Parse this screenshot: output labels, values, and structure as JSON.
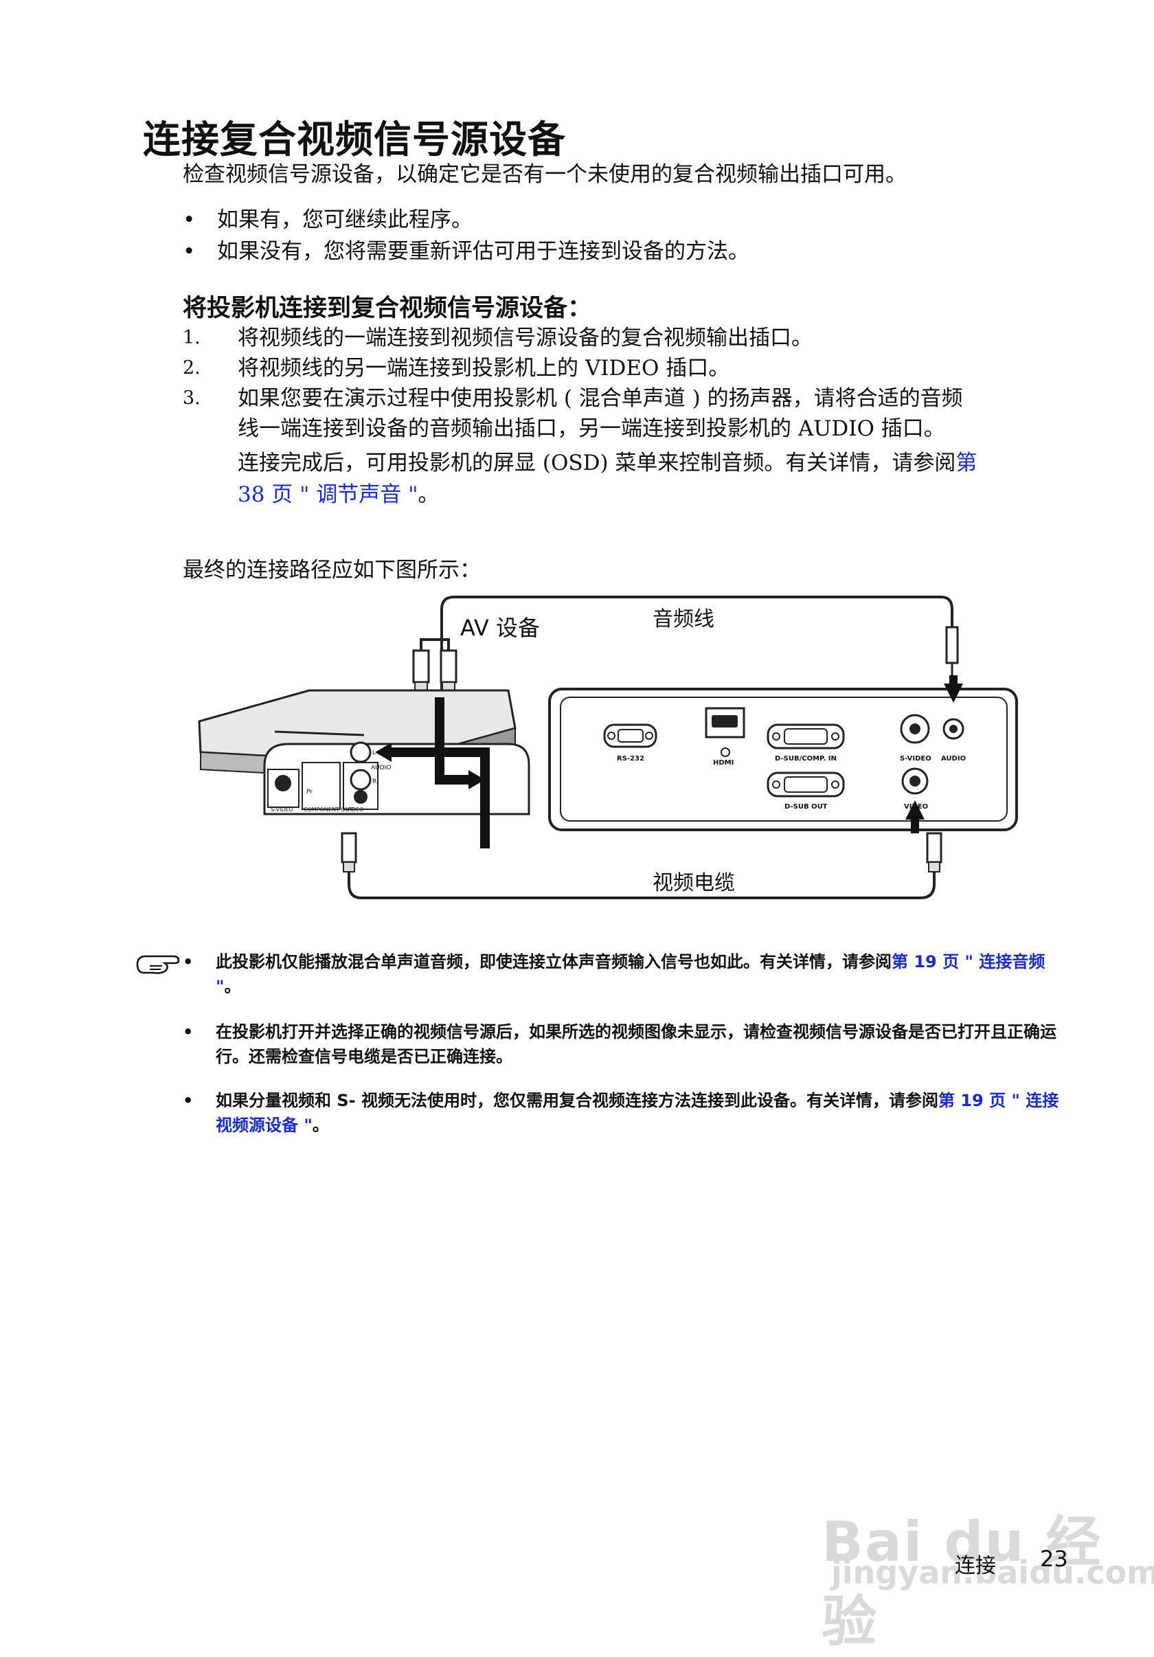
{
  "page": {
    "title": "连接复合视频信号源设备",
    "intro": "检查视频信号源设备，以确定它是否有一个未使用的复合视频输出插口可用。",
    "bullets": [
      "如果有，您可继续此程序。",
      "如果没有，您将需要重新评估可用于连接到设备的方法。"
    ],
    "subheading": "将投影机连接到复合视频信号源设备：",
    "steps": [
      {
        "num": "1.",
        "lines": [
          "将视频线的一端连接到视频信号源设备的复合视频输出插口。"
        ]
      },
      {
        "num": "2.",
        "lines": [
          "将视频线的另一端连接到投影机上的 VIDEO 插口。"
        ]
      },
      {
        "num": "3.",
        "lines": [
          "如果您要在演示过程中使用投影机 ( 混合单声道 ) 的扬声器，请将合适的音频",
          "线一端连接到设备的音频输出插口，另一端连接到投影机的 AUDIO 插口。"
        ]
      }
    ],
    "after_connect": "连接完成后，可用投影机的屏显 (OSD) 菜单来控制音频。有关详情，请参阅",
    "after_connect_link_1": "第",
    "after_connect_link_2": "38 页 \" 调节声音 \"",
    "after_connect_end": "。",
    "final_path_text": "最终的连接路径应如下图所示："
  },
  "diagram": {
    "av_device_label": "AV 设备",
    "audio_cable_label": "音频线",
    "video_cable_label": "视频电缆",
    "ports": {
      "rs232": "RS-232",
      "hdmi": "HDMI",
      "dsub_comp_in": "D-SUB/COMP. IN",
      "dsub_out": "D-SUB OUT",
      "svideo": "S-VIDEO",
      "audio": "AUDIO",
      "video": "VIDEO"
    },
    "av_ports": {
      "svideo": "S-VIDEO",
      "component_out": "COMPONENT OUT",
      "audio": "AUDIO",
      "video": "VIDEO",
      "pr": "Pr",
      "l": "L",
      "r": "R"
    }
  },
  "notes": [
    {
      "text": "此投影机仅能播放混合单声道音频，即使连接立体声音频输入信号也如此。有关详情，请参阅",
      "link": "第 19 页 \" 连接音频 \"",
      "end": "。"
    },
    {
      "text": "在投影机打开并选择正确的视频信号源后，如果所选的视频图像未显示，请检查视频信号源设备是否已打开且正确运行。还需检查信号电缆是否已正确连接。",
      "link": "",
      "end": ""
    },
    {
      "text": "如果分量视频和 S- 视频无法使用时，您仅需用复合视频连接方法连接到此设备。有关详情，请参阅",
      "link": "第 19 页 \" 连接视频源设备 \"",
      "end": "。"
    }
  ],
  "footer": {
    "section": "连接",
    "page_number": "23"
  },
  "watermark": {
    "brand": "Bai du 经验",
    "url": "jingyan.baidu.com"
  },
  "colors": {
    "link": "#1a2cc8",
    "text": "#111111"
  }
}
